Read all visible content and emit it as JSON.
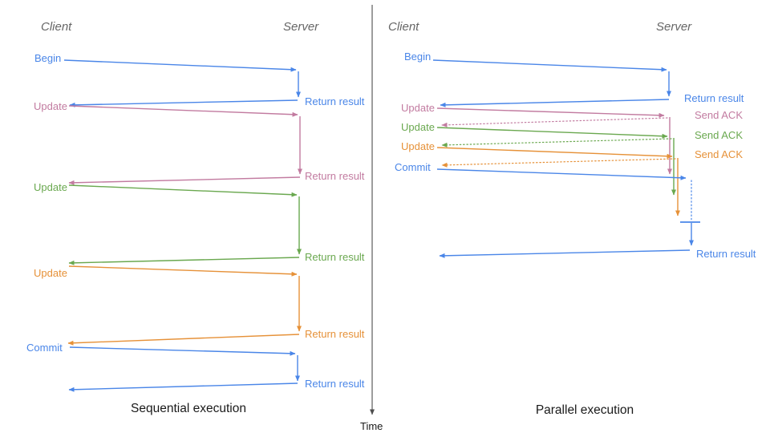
{
  "palette": {
    "blue": "#4a86e8",
    "pink": "#c27ba0",
    "green": "#6aa84f",
    "orange": "#e69138",
    "axis": "#4d4d4d",
    "header": "#666666",
    "title": "#1a1a1a",
    "background": "#ffffff"
  },
  "timeline": {
    "label": "Time"
  },
  "sequential": {
    "title": "Sequential execution",
    "headers": {
      "client": "Client",
      "server": "Server"
    },
    "messages": {
      "begin": "Begin",
      "update1": "Update",
      "update2": "Update",
      "update3": "Update",
      "commit": "Commit",
      "return1": "Return result",
      "return2": "Return result",
      "return3": "Return result",
      "return4": "Return result",
      "return5": "Return result"
    }
  },
  "parallel": {
    "title": "Parallel execution",
    "headers": {
      "client": "Client",
      "server": "Server"
    },
    "messages": {
      "begin": "Begin",
      "update1": "Update",
      "update2": "Update",
      "update3": "Update",
      "commit": "Commit",
      "return1": "Return result",
      "ack1": "Send ACK",
      "ack2": "Send ACK",
      "ack3": "Send ACK",
      "return2": "Return result"
    }
  }
}
